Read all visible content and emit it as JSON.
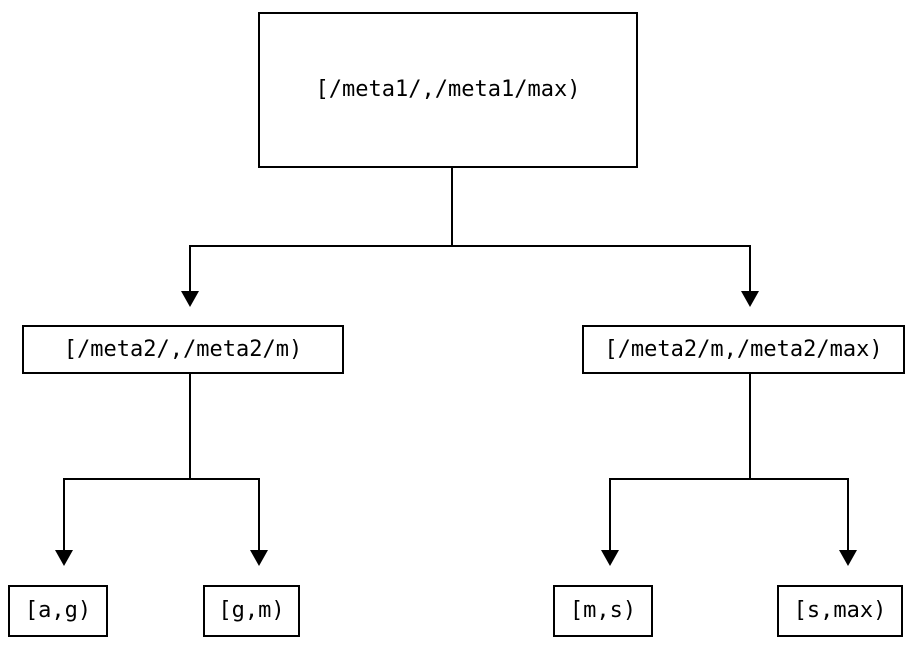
{
  "diagram": {
    "type": "binary-range-partition-tree",
    "colors": {
      "background": "#ffffff",
      "line": "#000000",
      "text": "#000000"
    },
    "root": {
      "label": "[/meta1/,/meta1/max)"
    },
    "level2": [
      {
        "label": "[/meta2/,/meta2/m)"
      },
      {
        "label": "[/meta2/m,/meta2/max)"
      }
    ],
    "leaves": [
      {
        "label": "[a,g)"
      },
      {
        "label": "[g,m)"
      },
      {
        "label": "[m,s)"
      },
      {
        "label": "[s,max)"
      }
    ]
  }
}
